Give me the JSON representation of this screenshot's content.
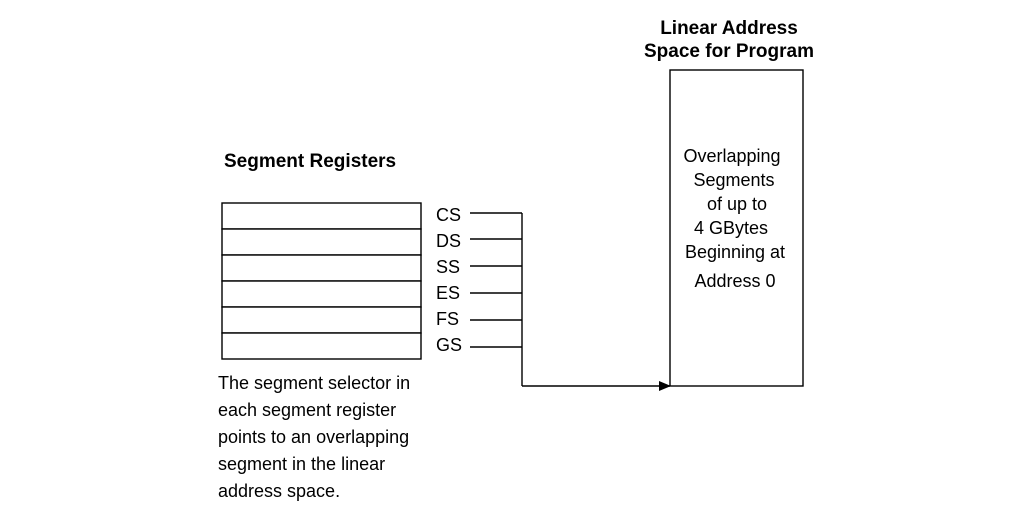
{
  "segment_registers": {
    "title": "Segment Registers",
    "registers": [
      "CS",
      "DS",
      "SS",
      "ES",
      "FS",
      "GS"
    ],
    "note": [
      "The segment selector in",
      "each segment register",
      "points to an overlapping",
      "segment in the linear",
      "address space."
    ]
  },
  "linear_space": {
    "title": [
      "Linear Address",
      "Space for Program"
    ],
    "body": [
      "Overlapping",
      "Segments",
      "of up to",
      "4 GBytes",
      "Beginning at",
      "Address 0"
    ]
  }
}
